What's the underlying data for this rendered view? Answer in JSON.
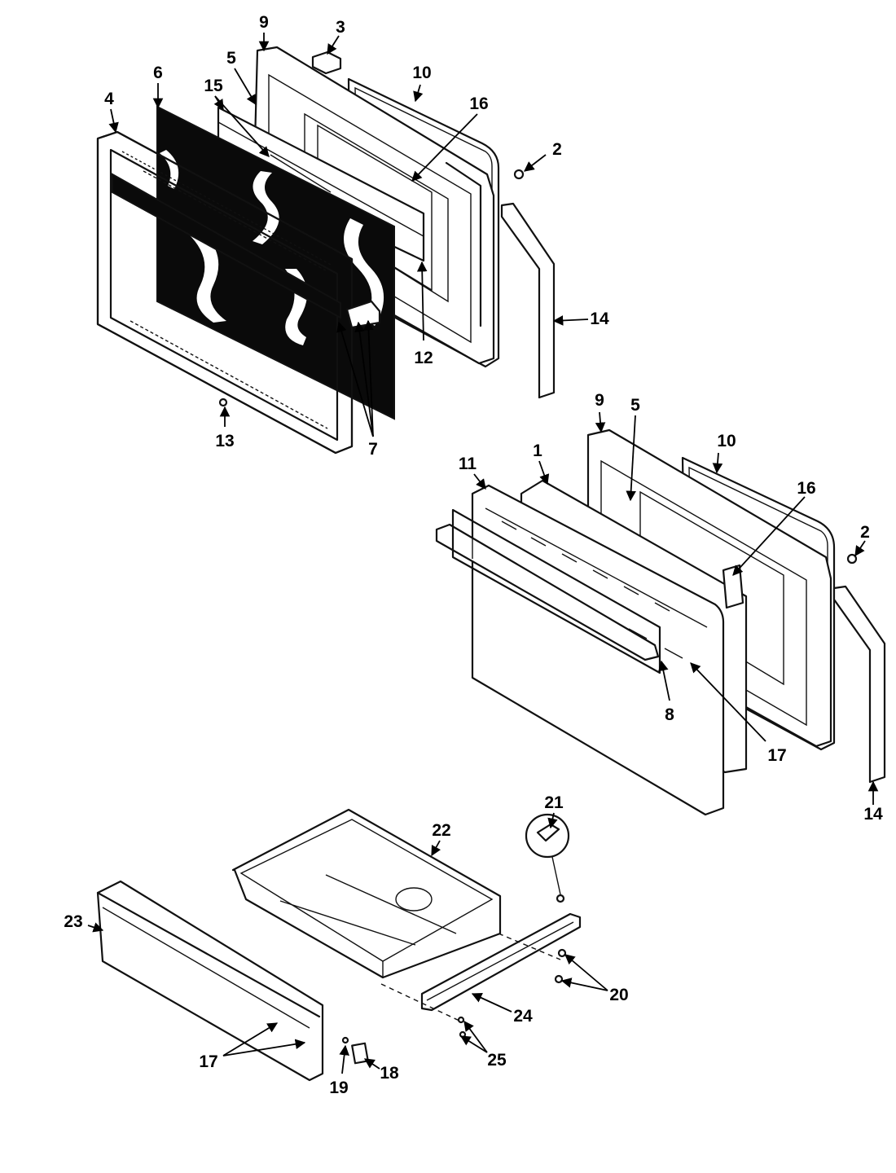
{
  "callouts": {
    "c1": "1",
    "c2a": "2",
    "c2b": "2",
    "c3": "3",
    "c4": "4",
    "c5a": "5",
    "c5b": "5",
    "c6": "6",
    "c7": "7",
    "c8": "8",
    "c9a": "9",
    "c9b": "9",
    "c10a": "10",
    "c10b": "10",
    "c11": "11",
    "c12": "12",
    "c13": "13",
    "c14a": "14",
    "c14b": "14",
    "c15": "15",
    "c16a": "16",
    "c16b": "16",
    "c17a": "17",
    "c17b": "17",
    "c18": "18",
    "c19": "19",
    "c20": "20",
    "c21": "21",
    "c22": "22",
    "c23": "23",
    "c24": "24",
    "c25": "25"
  }
}
